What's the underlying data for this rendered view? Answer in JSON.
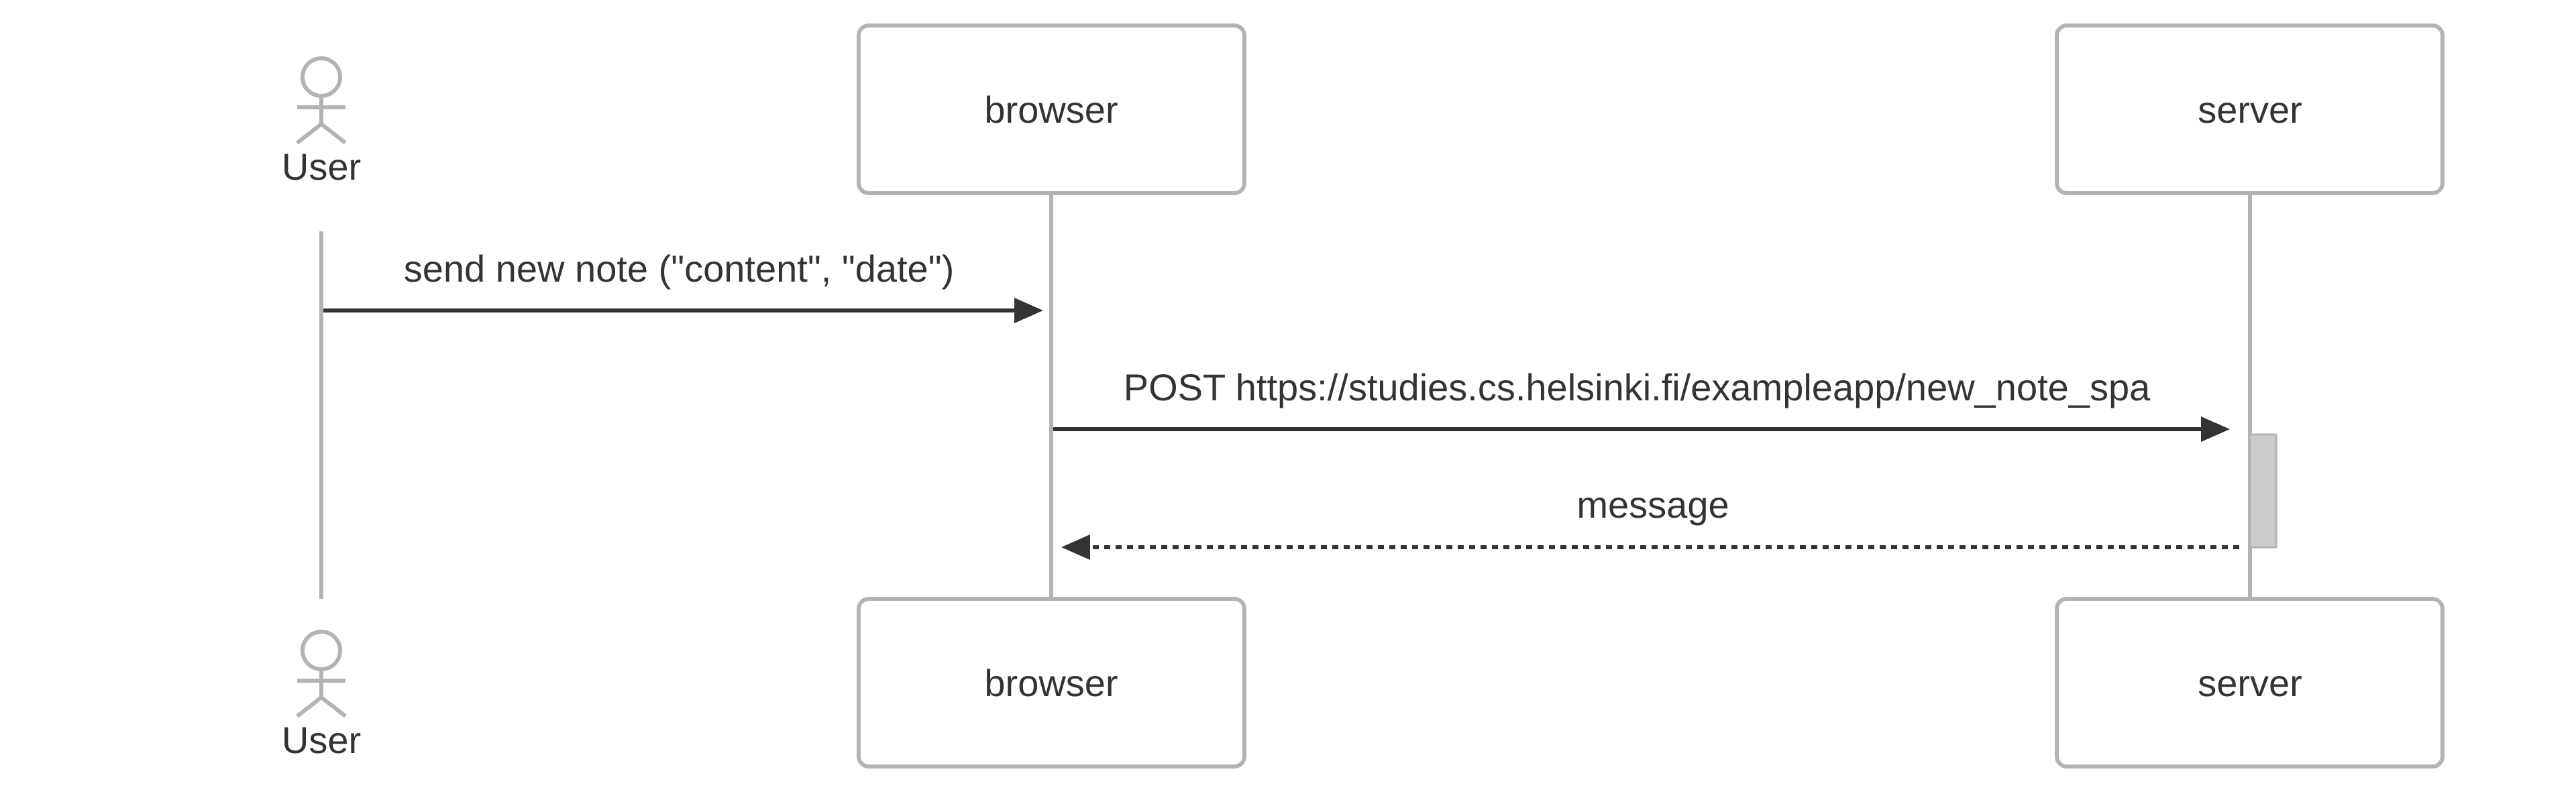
{
  "participants": {
    "user": {
      "label": "User",
      "kind": "actor"
    },
    "browser": {
      "label": "browser",
      "kind": "box"
    },
    "server": {
      "label": "server",
      "kind": "box"
    }
  },
  "messages": [
    {
      "from": "user",
      "to": "browser",
      "label": "send new note (\"content\", \"date\")",
      "style": "solid"
    },
    {
      "from": "browser",
      "to": "server",
      "label": "POST https://studies.cs.helsinki.fi/exampleapp/new_note_spa",
      "style": "solid"
    },
    {
      "from": "server",
      "to": "browser",
      "label": "message",
      "style": "dotted"
    }
  ],
  "colors": {
    "line": "#b3b3b3",
    "text": "#333333",
    "activation": "#cccccc"
  }
}
